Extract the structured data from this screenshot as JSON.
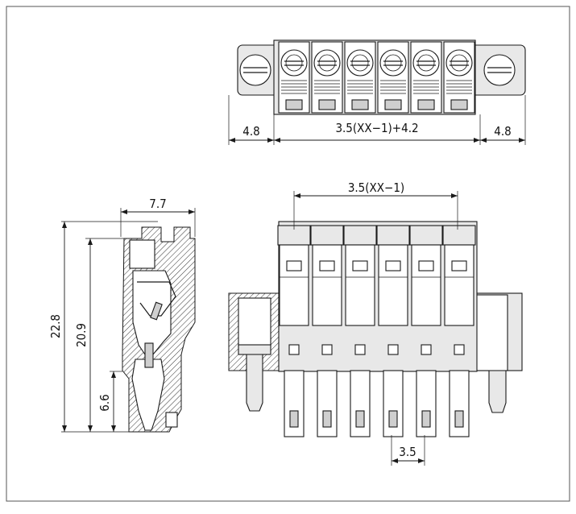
{
  "dimensions": {
    "top_left": "4.8",
    "top_middle": "3.5(XX−1)+4.2",
    "top_right": "4.8",
    "front_pitch_total": "3.5(XX−1)",
    "front_pitch": "3.5",
    "side_width": "7.7",
    "side_height_total": "22.8",
    "side_height_body": "20.9",
    "side_height_lower": "6.6"
  }
}
